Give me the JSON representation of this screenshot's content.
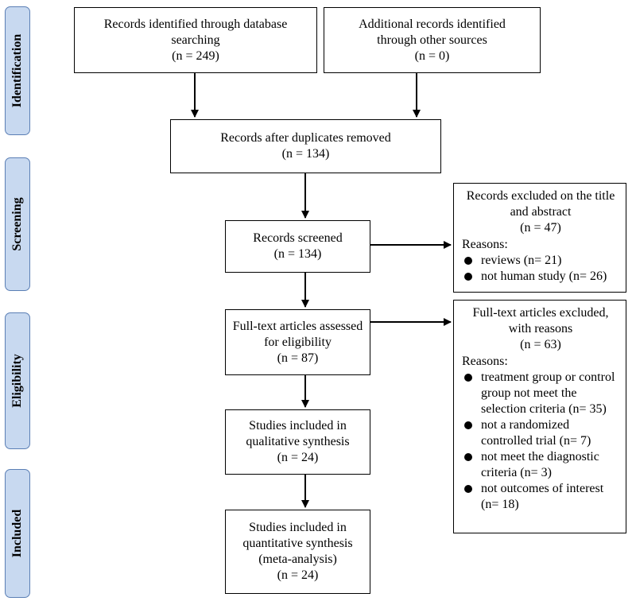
{
  "stages": [
    {
      "id": "identification",
      "label": "Identification"
    },
    {
      "id": "screening",
      "label": "Screening"
    },
    {
      "id": "eligibility",
      "label": "Eligibility"
    },
    {
      "id": "included",
      "label": "Included"
    }
  ],
  "boxes": {
    "db_search": {
      "lines": [
        "Records identified through database",
        "searching",
        "(n = 249)"
      ]
    },
    "other_sources": {
      "lines": [
        "Additional records identified",
        "through other sources",
        "(n = 0)"
      ]
    },
    "dup_removed": {
      "lines": [
        "Records after duplicates removed",
        "(n = 134)"
      ]
    },
    "screened": {
      "lines": [
        "Records screened",
        "(n = 134)"
      ]
    },
    "fulltext": {
      "lines": [
        "Full-text articles assessed",
        "for eligibility",
        "(n = 87)"
      ]
    },
    "qualitative": {
      "lines": [
        "Studies included in",
        "qualitative synthesis",
        "(n = 24)"
      ]
    },
    "quantitative": {
      "lines": [
        "Studies included in",
        "quantitative synthesis",
        "(meta-analysis)",
        "(n = 24)"
      ]
    }
  },
  "excluded_screening": {
    "header": [
      "Records excluded on the title",
      "and abstract",
      "(n = 47)"
    ],
    "reasons_label": "Reasons:",
    "reasons": [
      [
        "reviews (n= 21)"
      ],
      [
        "not human study (n= 26)"
      ]
    ]
  },
  "excluded_fulltext": {
    "header": [
      "Full-text articles excluded,",
      "with reasons",
      "(n = 63)"
    ],
    "reasons_label": "Reasons:",
    "reasons": [
      [
        "treatment group or control",
        "group not meet the",
        "selection criteria (n= 35)"
      ],
      [
        "not a randomized",
        "controlled trial (n= 7)"
      ],
      [
        "not meet the diagnostic",
        "criteria (n= 3)"
      ],
      [
        "not outcomes of interest",
        "(n= 18)"
      ]
    ]
  },
  "colors": {
    "stage_fill": "#c8d9f0",
    "stage_border": "#5b7fb5",
    "line": "#000000"
  }
}
